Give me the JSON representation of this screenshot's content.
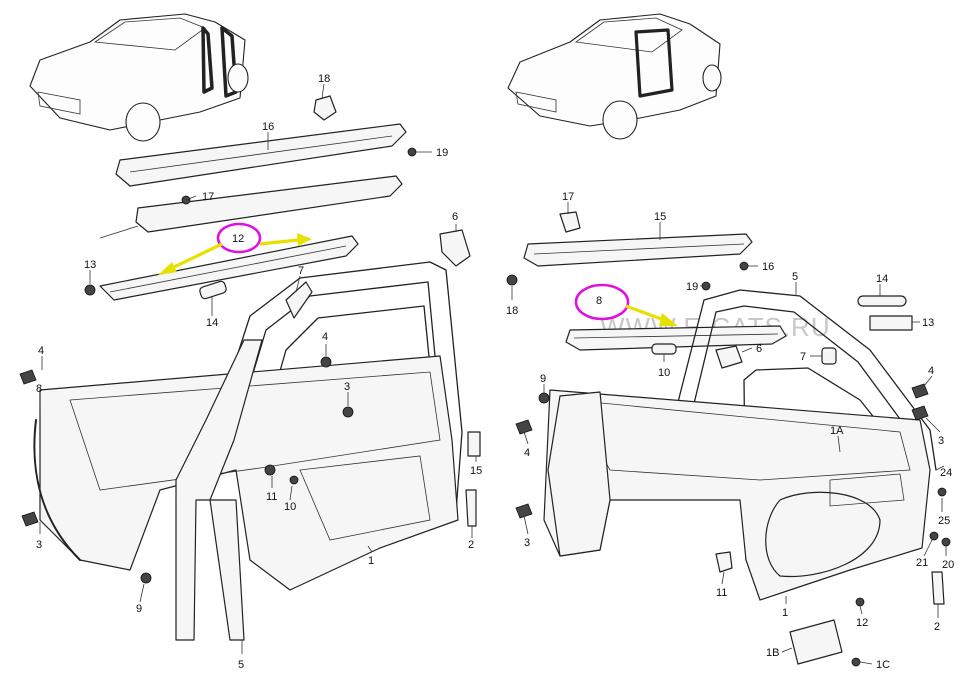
{
  "colors": {
    "highlight_ring": "#e010e0",
    "highlight_arrow": "#e8e000",
    "line": "#222222"
  },
  "watermark": "WWW.E-CATS.RU",
  "left_diagram": {
    "callouts": [
      "2",
      "3",
      "4",
      "5",
      "6",
      "7",
      "8",
      "9",
      "10",
      "11",
      "12",
      "13",
      "14",
      "15",
      "16",
      "17",
      "18",
      "19"
    ],
    "highlighted_callout": "12"
  },
  "right_diagram": {
    "callouts": [
      "1",
      "1A",
      "1B",
      "1C",
      "2",
      "3",
      "4",
      "5",
      "6",
      "7",
      "8",
      "9",
      "10",
      "11",
      "12",
      "13",
      "14",
      "15",
      "16",
      "17",
      "18",
      "19",
      "20",
      "21",
      "24",
      "25"
    ],
    "highlighted_callout": "8"
  }
}
